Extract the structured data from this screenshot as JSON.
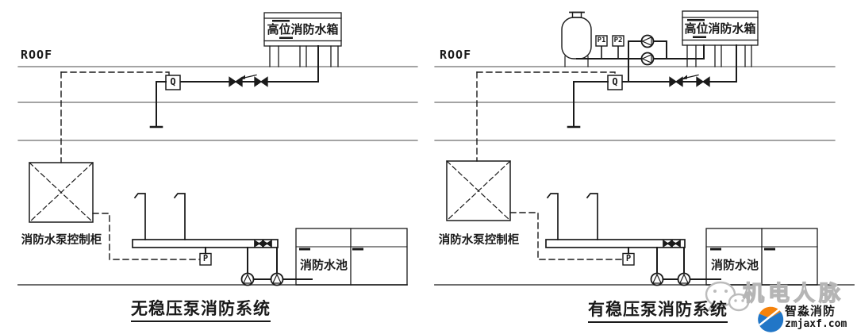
{
  "diagrams": [
    {
      "id": "left",
      "roof_label": "ROOF",
      "tank_label": "高位消防水箱",
      "flow_meter_label": "Q",
      "cabinet_label": "消防水泵控制柜",
      "pressure_sensor_label": "P",
      "reservoir_label": "消防水池",
      "title": "无稳压泵消防系统"
    },
    {
      "id": "right",
      "roof_label": "ROOF",
      "tank_label": "高位消防水箱",
      "flow_meter_label": "Q",
      "cabinet_label": "消防水泵控制柜",
      "pressure_sensor_label": "P",
      "pressure_sensor_1_label": "P1",
      "pressure_sensor_2_label": "P2",
      "reservoir_label": "消防水池",
      "title": "有稳压泵消防系统"
    }
  ],
  "watermark": {
    "brand": "机电人脉",
    "logo_text": "智淼消防",
    "website": "zmjaxf.com"
  },
  "colors": {
    "line": "#1a1a1a",
    "floor_line": "#6e6e6e",
    "watermark_gray": "#b5b5b5",
    "logo_orange": "#f5820b",
    "logo_blue": "#2176c7"
  }
}
